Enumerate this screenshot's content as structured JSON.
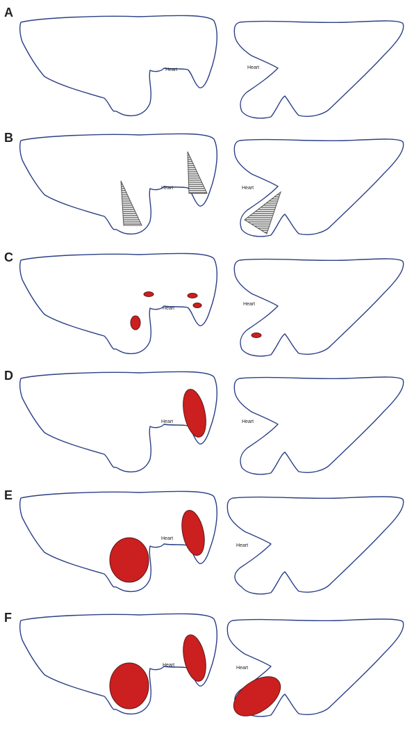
{
  "colors": {
    "outline": "#2b3f86",
    "lesion": "#cc1f1f",
    "hatch": "#555555"
  },
  "panels": [
    {
      "letter": "A",
      "heart_left": "Heart",
      "heart_right": "Heart"
    },
    {
      "letter": "B",
      "heart_left": "Heart",
      "heart_right": "Heart"
    },
    {
      "letter": "C",
      "heart_left": "Heart",
      "heart_right": "Heart"
    },
    {
      "letter": "D",
      "heart_left": "Heart",
      "heart_right": "Heart"
    },
    {
      "letter": "E",
      "heart_left": "Heart",
      "heart_right": "Heart"
    },
    {
      "letter": "F",
      "heart_left": "Heart",
      "heart_right": "Heart"
    }
  ]
}
